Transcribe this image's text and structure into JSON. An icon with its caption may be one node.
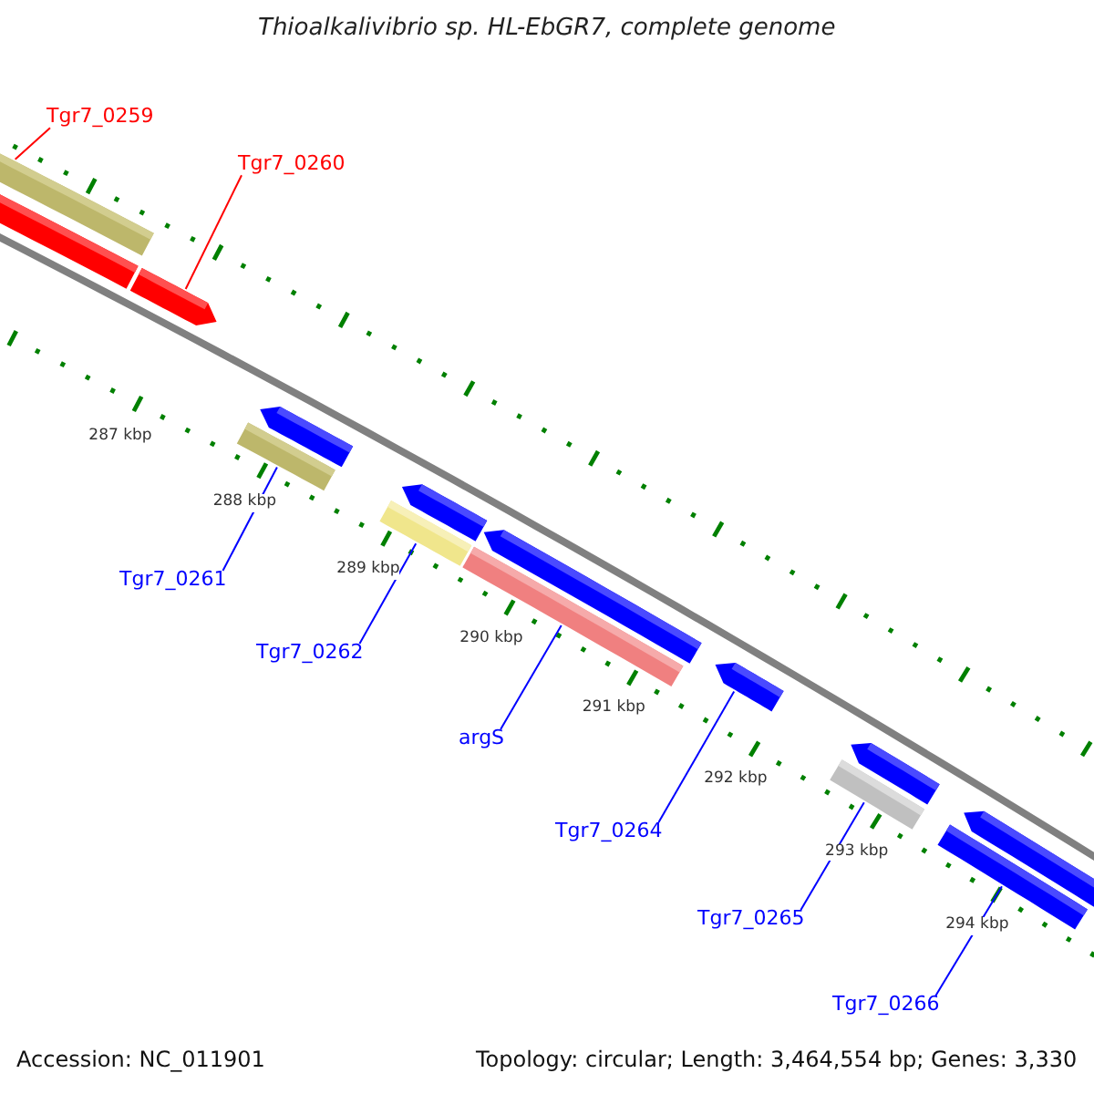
{
  "diagram": {
    "title": "Thioalkalivibrio sp. HL-EbGR7, complete genome",
    "nodes": [
      {
        "text": [
          "Tgr7_0259"
        ]
      },
      {
        "text": [],
        "shape": "bar"
      },
      {
        "text": [
          "Tgr7_0260"
        ]
      },
      {
        "text": [],
        "shape": "bar"
      },
      {
        "text": [
          "Tgr7_0261"
        ]
      },
      {
        "text": [],
        "shape": "bar"
      },
      {
        "text": [
          "Tgr7_0262"
        ]
      },
      {
        "text": [],
        "shape": "bar"
      },
      {
        "text": [
          "argS"
        ]
      },
      {
        "text": [],
        "shape": "bar"
      },
      {
        "text": [
          "Tgr7_0264"
        ]
      },
      {
        "text": [],
        "shape": "bar"
      },
      {
        "text": [
          "Tgr7_0265"
        ]
      },
      {
        "text": [],
        "shape": "bar"
      },
      {
        "text": [
          "Tgr7_0266"
        ]
      },
      {
        "text": [],
        "shape": "bar"
      }
    ],
    "edges": [
      {
        "from": 0,
        "to": 1,
        "arrow": "none",
        "color": "#ff0000"
      },
      {
        "from": 2,
        "to": 3,
        "arrow": "none",
        "color": "#ff0000"
      },
      {
        "from": 4,
        "to": 5,
        "arrow": "none"
      },
      {
        "from": 6,
        "to": 7,
        "arrow": "none"
      },
      {
        "from": 8,
        "to": 9,
        "arrow": "none"
      },
      {
        "from": 10,
        "to": 11,
        "arrow": "none"
      },
      {
        "from": 12,
        "to": 13,
        "arrow": "none"
      },
      {
        "from": 14,
        "to": 15,
        "arrow": "none"
      }
    ],
    "labels": [
      "287 kbp",
      "288 kbp",
      "289 kbp",
      "290 kbp",
      "291 kbp",
      "292 kbp",
      "293 kbp",
      "294 kbp",
      "Accession: NC_011901",
      "Topology: circular; Length: 3,464,554 bp; Genes: 3,330"
    ]
  }
}
